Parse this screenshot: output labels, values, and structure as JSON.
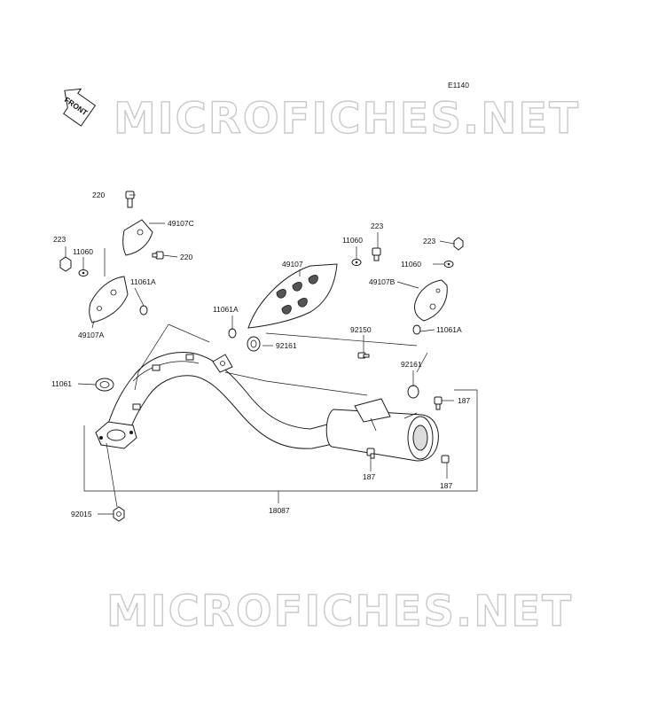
{
  "diagram": {
    "code": "E1140",
    "front_label": "FRONT",
    "watermark": "MICROFICHES.NET",
    "colors": {
      "ink": "#1a1a1a",
      "watermark": "#c9c9c9",
      "shade": "#dcdcdc"
    },
    "callouts": {
      "c220a": "220",
      "c49107c": "49107C",
      "c220b": "220",
      "c223a": "223",
      "c11060a": "11060",
      "c11061a_1": "11061A",
      "c49107a": "49107A",
      "c49107": "49107",
      "c11060b": "11060",
      "c223b": "223",
      "c223c": "223",
      "c11060c": "11060",
      "c49107b": "49107B",
      "c11061a_2": "11061A",
      "c11061a_3": "11061A",
      "c92161a": "92161",
      "c92150": "92150",
      "c92161b": "92161",
      "c187a": "187",
      "c11061": "11061",
      "c187b": "187",
      "c187c": "187",
      "c92015": "92015",
      "c18087": "18087"
    }
  }
}
